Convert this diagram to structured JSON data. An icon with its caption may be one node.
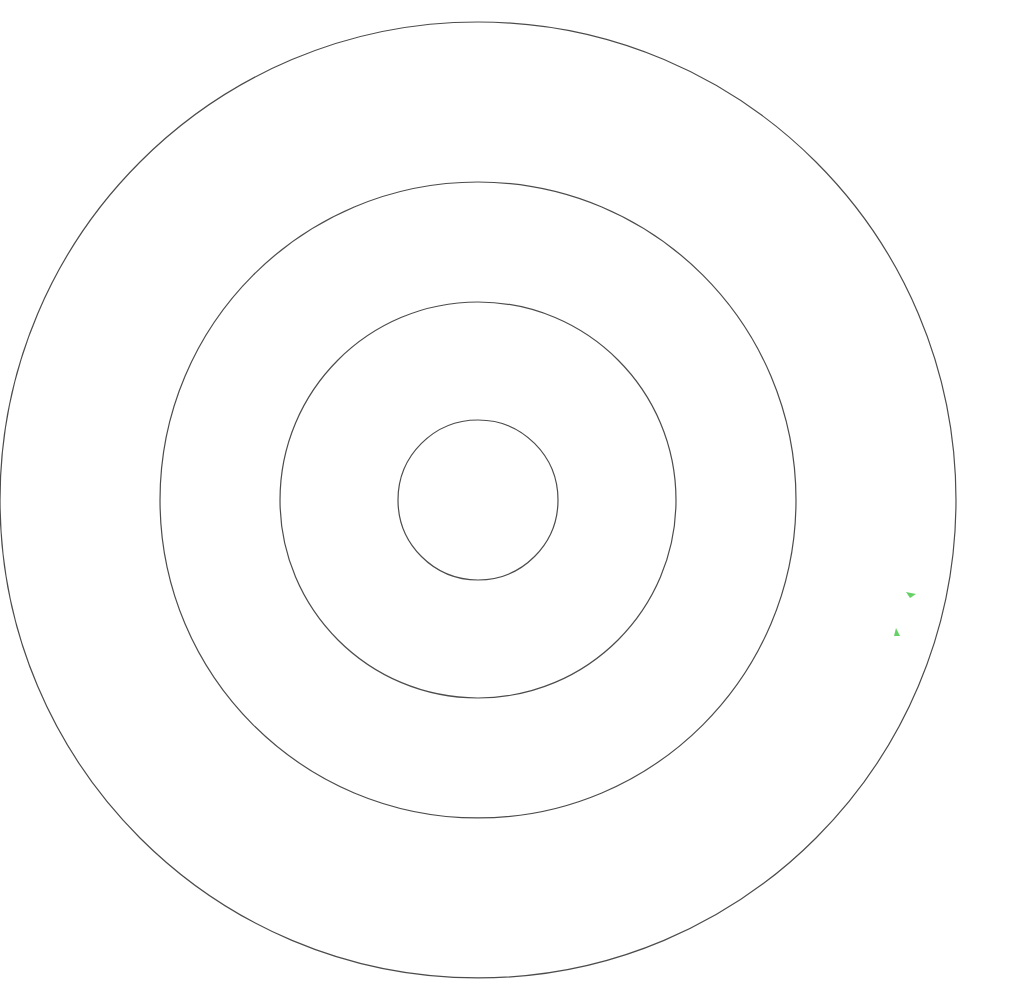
{
  "diagram": {
    "nodes": [
      {
        "text": [],
        "shape": "circle"
      },
      {
        "text": [],
        "shape": "circle",
        "in": 0
      },
      {
        "text": [],
        "shape": "circle",
        "in": 1
      },
      {
        "text": [],
        "shape": "circle",
        "in": 2
      }
    ]
  }
}
